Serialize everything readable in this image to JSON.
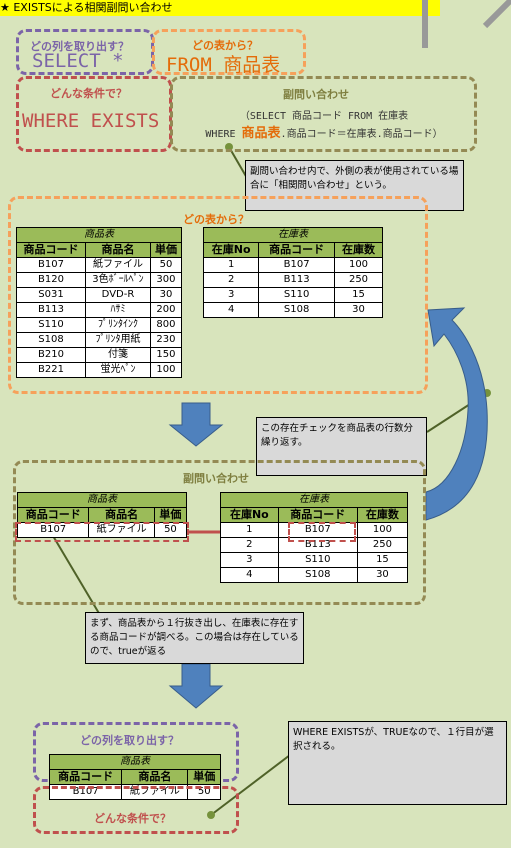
{
  "title": "★ EXISTSによる相関副問い合わせ",
  "labels": {
    "which_column": "どの列を取り出す？",
    "from_which_table": "どの表から？",
    "what_condition": "どんな条件で？",
    "subquery": "副問い合わせ",
    "select_kw": "SELECT  *",
    "from_kw": "FROM 商品表",
    "where_kw": "WHERE EXISTS"
  },
  "subquery_sql": {
    "line1": "（SELECT 商品コード FROM 在庫表",
    "line2_pre": "WHERE ",
    "line2_hl": "商品表",
    "line2_post": ".商品コード＝在庫表.商品コード）"
  },
  "notes": {
    "correlated": "副問い合わせ内で、外側の表が使用されている場合に「相関問い合わせ」という。",
    "repeat": "この存在チェックを商品表の行数分繰り返す。",
    "exists_check": "まず、商品表から１行抜き出し、在庫表に存在する商品コードが調べる。この場合は存在しているので、trueが返る",
    "result": "WHERE EXISTSが、TRUEなので、１行目が選択される。"
  },
  "products": {
    "caption": "商品表",
    "headers": [
      "商品コード",
      "商品名",
      "単価"
    ],
    "rows": [
      [
        "B107",
        "紙ファイル",
        "50"
      ],
      [
        "B120",
        "3色ﾎﾞｰﾙﾍﾟﾝ",
        "300"
      ],
      [
        "S031",
        "DVD-R",
        "30"
      ],
      [
        "B113",
        "ﾊｻﾐ",
        "200"
      ],
      [
        "S110",
        "ﾌﾟﾘﾝﾀｲﾝｸ",
        "800"
      ],
      [
        "S108",
        "ﾌﾟﾘﾝﾀ用紙",
        "230"
      ],
      [
        "B210",
        "付箋",
        "150"
      ],
      [
        "B221",
        "蛍光ﾍﾟﾝ",
        "100"
      ]
    ]
  },
  "stock": {
    "caption": "在庫表",
    "headers": [
      "在庫No",
      "商品コード",
      "在庫数"
    ],
    "rows": [
      [
        "1",
        "B107",
        "100"
      ],
      [
        "2",
        "B113",
        "250"
      ],
      [
        "3",
        "S110",
        "15"
      ],
      [
        "4",
        "S108",
        "30"
      ]
    ]
  },
  "product_row_check": {
    "caption": "商品表",
    "headers": [
      "商品コード",
      "商品名",
      "単価"
    ],
    "row": [
      "B107",
      "紙ファイル",
      "50"
    ]
  },
  "result_table": {
    "caption": "商品表",
    "headers": [
      "商品コード",
      "商品名",
      "単価"
    ],
    "row": [
      "B107",
      "紙ファイル",
      "50"
    ]
  }
}
